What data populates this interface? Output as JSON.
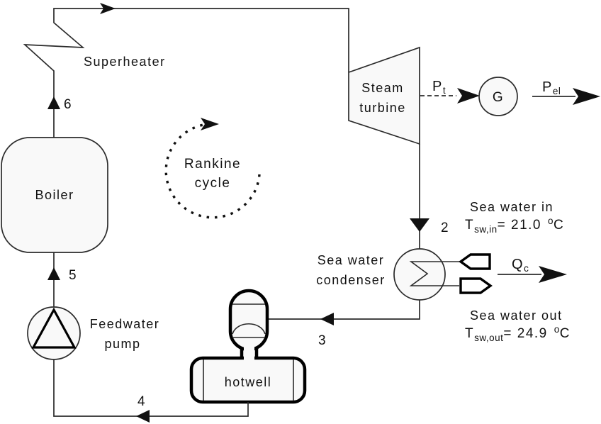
{
  "colors": {
    "line": "#2b2b2b",
    "thick_outline": "#000000",
    "shape_fill": "#f9f9f9",
    "background": "#ffffff",
    "text": "#111111"
  },
  "labels": {
    "superheater": "Superheater",
    "boiler": "Boiler",
    "steam_turbine_line1": "Steam",
    "steam_turbine_line2": "turbine",
    "generator": "G",
    "rankine_line1": "Rankine",
    "rankine_line2": "cycle",
    "condenser_line1": "Sea water",
    "condenser_line2": "condenser",
    "hotwell": "hotwell",
    "pump_line1": "Feedwater",
    "pump_line2": "pump"
  },
  "state_points": {
    "s2": "2",
    "s3": "3",
    "s4": "4",
    "s5": "5",
    "s6": "6"
  },
  "power": {
    "turbine": {
      "symbol": "P",
      "subscript": "t"
    },
    "electrical": {
      "symbol": "P",
      "subscript": "el"
    },
    "heat": {
      "symbol": "Q",
      "subscript": "c"
    }
  },
  "sea_water": {
    "in": {
      "title": "Sea water in",
      "symbol": "T",
      "subscript": "sw,in",
      "value": "= 21.0",
      "degree": "o",
      "unit": "C"
    },
    "out": {
      "title": "Sea water out",
      "symbol": "T",
      "subscript": "sw,out",
      "value": "= 24.9",
      "degree": "o",
      "unit": "C"
    }
  }
}
